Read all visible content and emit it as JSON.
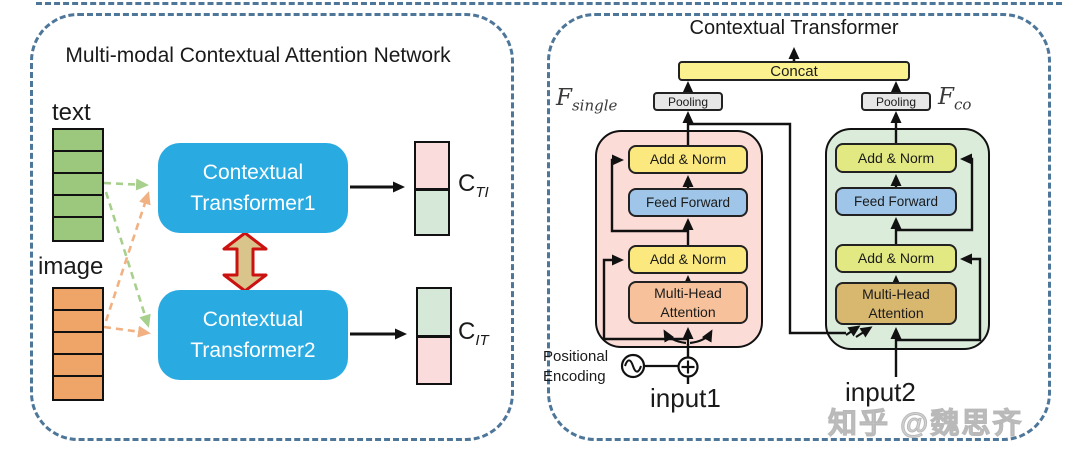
{
  "left_panel": {
    "title": "Multi-modal Contextual Attention Network",
    "text_stack": {
      "label": "text",
      "cells": 5
    },
    "image_stack": {
      "label": "image",
      "cells": 5
    },
    "transformer1": {
      "line1": "Contextual",
      "line2": "Transformer1"
    },
    "transformer2": {
      "line1": "Contextual",
      "line2": "Transformer2"
    },
    "output_ti": {
      "base": "C",
      "sub": "TI"
    },
    "output_it": {
      "base": "C",
      "sub": "IT"
    }
  },
  "right_panel": {
    "title": "Contextual Transformer",
    "concat_label": "Concat",
    "pooling_left_label": "Pooling",
    "pooling_right_label": "Pooling",
    "f_single": {
      "base": "F",
      "sub": "single"
    },
    "f_co": {
      "base": "F",
      "sub": "co"
    },
    "left_block": {
      "add_norm_top": "Add & Norm",
      "feed_forward": "Feed Forward",
      "add_norm_bottom": "Add & Norm",
      "mha_line1": "Multi-Head",
      "mha_line2": "Attention"
    },
    "right_block": {
      "add_norm_top": "Add & Norm",
      "feed_forward": "Feed Forward",
      "add_norm_bottom": "Add & Norm",
      "mha_line1": "Multi-Head",
      "mha_line2": "Attention"
    },
    "positional_encoding_line1": "Positional",
    "positional_encoding_line2": "Encoding",
    "input1_label": "input1",
    "input2_label": "input2"
  },
  "watermark": "知乎 @魏思齐",
  "colors": {
    "panel_dash": "#4d7699",
    "transformer_blue": "#29abe2",
    "text_green": "#9cc87e",
    "image_orange": "#f0a568",
    "pink_block": "#fcdcd7",
    "green_block": "#dcecdb",
    "add_norm_yellow": "#fbe87e",
    "add_norm_yellow_green": "#e2e982",
    "feed_forward_blue": "#9fc6e8",
    "mha_peach": "#f7c29b",
    "mha_tan": "#d8b76f",
    "concat_yellow": "#fbf28f",
    "pooling_gray": "#e7e7e7",
    "output_pink": "#f9dcdb",
    "output_green": "#d6e9d8",
    "red_arrow_stroke": "#cc1111",
    "red_arrow_fill": "#d9c48c",
    "dashed_green": "#a8d08d",
    "dashed_orange": "#f1b183"
  }
}
